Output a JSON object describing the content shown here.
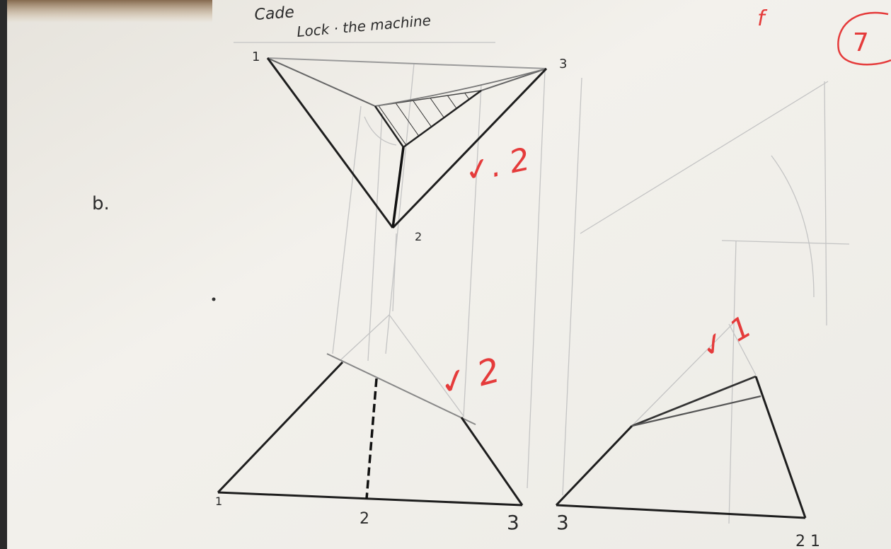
{
  "header_scribble": {
    "line1": "Cade",
    "line2": "Lock · the machine",
    "red_mark": "f",
    "red_circle_label": "7"
  },
  "question_label": "b.",
  "top_view": {
    "vertex_labels": [
      "1",
      "3",
      "2"
    ],
    "mark_text": "✓. 2"
  },
  "front_view": {
    "vertex_labels": [
      "1",
      "2",
      "3"
    ],
    "mark_text": "✓ 2"
  },
  "side_view": {
    "vertex_labels": [
      "3",
      "2 1"
    ],
    "mark_text": "✓ 1"
  },
  "colors": {
    "paper": "#f1efe9",
    "pencil": "#1e1e1e",
    "construction": "#bcbcbc",
    "red_ink": "#e53b3b"
  }
}
